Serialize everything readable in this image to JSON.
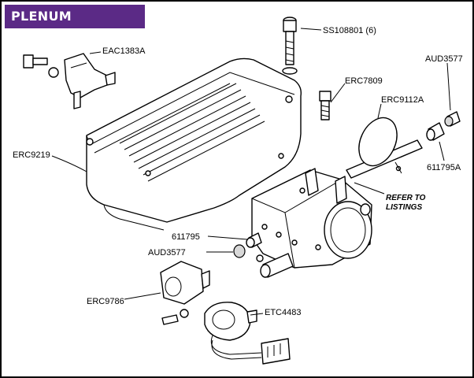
{
  "title": "PLENUM CHAMBER",
  "labels": {
    "ss108801": "SS108801 (6)",
    "eac1383a": "EAC1383A",
    "aud3577_top": "AUD3577",
    "erc7809": "ERC7809",
    "erc9112a": "ERC9112A",
    "erc9219": "ERC9219",
    "p611795a": "611795A",
    "refer_line1": "REFER TO",
    "refer_line2": "LISTINGS",
    "p611795": "611795",
    "aud3577_bottom": "AUD3577",
    "erc9786": "ERC9786",
    "etc4483": "ETC4483"
  },
  "colors": {
    "title_bg": "#5b2a86",
    "title_fg": "#ffffff",
    "line": "#000000"
  }
}
